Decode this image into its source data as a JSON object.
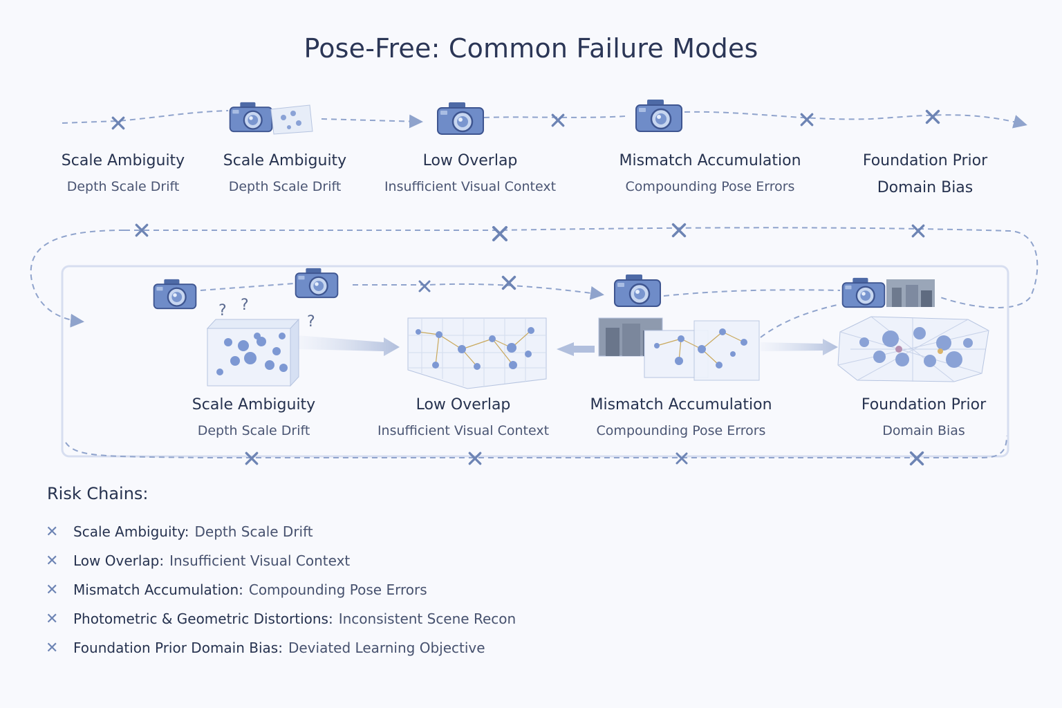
{
  "title": "Pose-Free: Common Failure Modes",
  "top_row": [
    {
      "label": "Scale Ambiguity",
      "sub": "Depth Scale Drift"
    },
    {
      "label": "Scale Ambiguity",
      "sub": "Depth Scale Drift"
    },
    {
      "label": "Low Overlap",
      "sub": "Insufficient Visual Context"
    },
    {
      "label": "Mismatch Accumulation",
      "sub": "Compounding Pose Errors"
    },
    {
      "label": "Foundation Prior",
      "sub": "Domain Bias"
    }
  ],
  "bottom_row": [
    {
      "label": "Scale Ambiguity",
      "sub": "Depth Scale Drift"
    },
    {
      "label": "Low Overlap",
      "sub": "Insufficient Visual Context"
    },
    {
      "label": "Mismatch Accumulation",
      "sub": "Compounding Pose Errors"
    },
    {
      "label": "Foundation Prior",
      "sub": "Domain Bias"
    }
  ],
  "question_mark": "?",
  "risk_chains": {
    "title": "Risk Chains:",
    "items": [
      {
        "key": "Scale Ambiguity:",
        "value": "Depth Scale Drift"
      },
      {
        "key": "Low Overlap:",
        "value": "Insufficient Visual Context"
      },
      {
        "key": "Mismatch Accumulation:",
        "value": "Compounding Pose Errors"
      },
      {
        "key": "Photometric & Geometric Distortions:",
        "value": "Inconsistent Scene Recon"
      },
      {
        "key": "Foundation Prior Domain Bias:",
        "value": "Deviated Learning Objective"
      }
    ]
  },
  "icons": {
    "camera": "camera-icon",
    "failure": "x-mark-icon"
  },
  "colors": {
    "accent": "#6d84b4",
    "camera": "#6f8cc8",
    "line": "#8fa3cc",
    "text": "#26324f"
  }
}
